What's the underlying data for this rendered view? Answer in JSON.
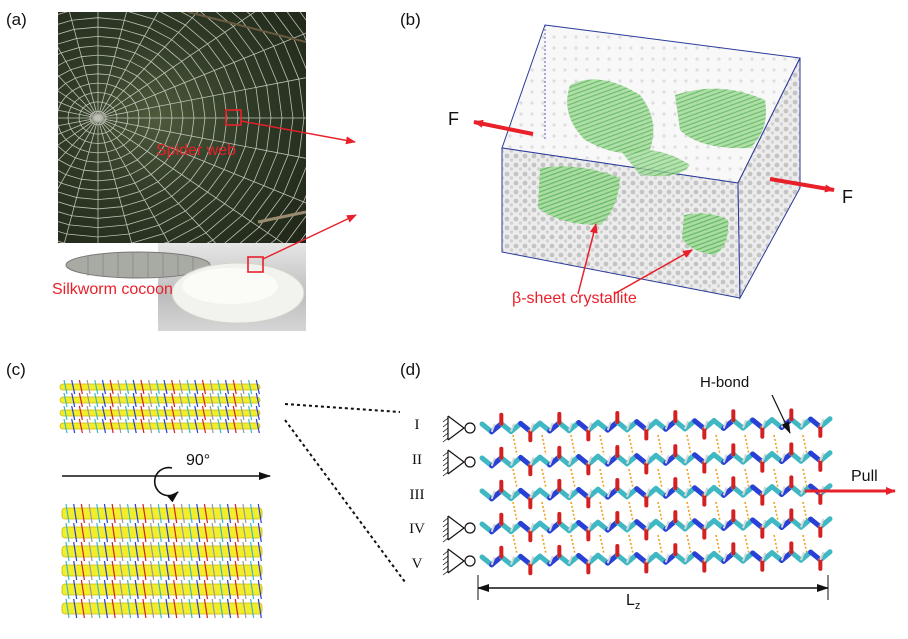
{
  "panels": {
    "a": "(a)",
    "b": "(b)",
    "c": "(c)",
    "d": "(d)"
  },
  "labels": {
    "spider_web": "Spider web",
    "silkworm_cocoon": "Silkworm cocoon",
    "force_left": "F",
    "force_right": "F",
    "beta_sheet": "β-sheet crystallite",
    "rotation": "90°",
    "h_bond": "H-bond",
    "pull": "Pull",
    "length_main": "L",
    "length_sub": "z"
  },
  "strands": [
    "I",
    "II",
    "III",
    "IV",
    "V"
  ],
  "colors": {
    "annotation_red": "#e8202a",
    "beta_sheet_green": "#6cc46c",
    "sheet_yellow": "#f3ee2a",
    "carbon_cyan": "#3fb8c4",
    "nitrogen_blue": "#2a3fd6",
    "oxygen_red": "#d42020",
    "hbond_orange": "#f0a020",
    "box_edge_blue": "#2b3a9a"
  }
}
